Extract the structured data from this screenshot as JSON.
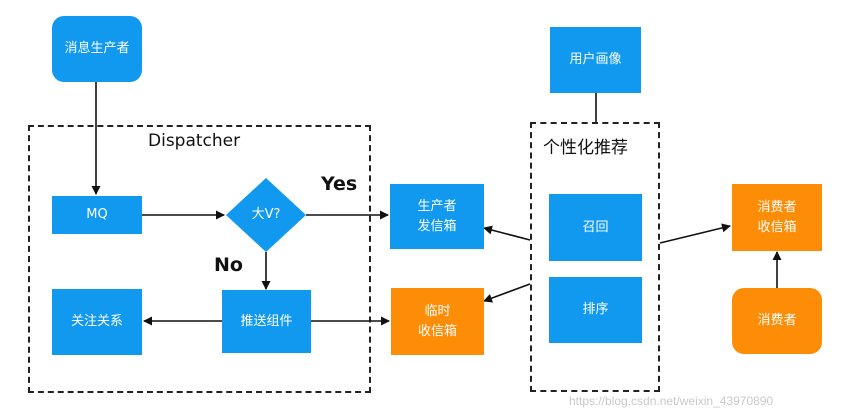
{
  "nodes": {
    "producer": "消息生产者",
    "user_profile": "用户画像",
    "mq": "MQ",
    "big_v": "大V?",
    "producer_outbox": "生产者\n发信箱",
    "recall": "召回",
    "sort": "排序",
    "consumer_inbox": "消费者\n收信箱",
    "follow_relation": "关注关系",
    "push_component": "推送组件",
    "temp_inbox": "临时\n收信箱",
    "consumer": "消费者"
  },
  "groups": {
    "dispatcher": "Dispatcher",
    "personalized": "个性化推荐"
  },
  "edge_labels": {
    "yes": "Yes",
    "no": "No"
  },
  "watermark": "https://blog.csdn.net/weixin_43970890",
  "colors": {
    "blue": "#1199f0",
    "orange": "#fd8c06",
    "line": "#111111"
  }
}
